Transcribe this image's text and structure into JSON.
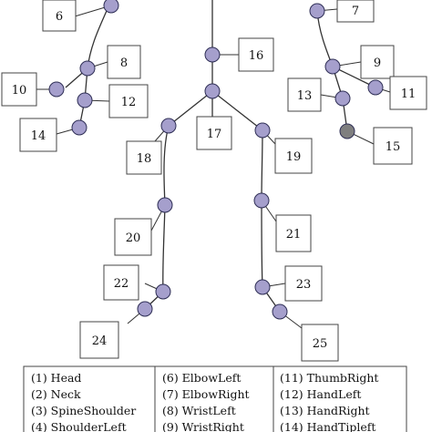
{
  "colors": {
    "joint_fill": "#a59fcc",
    "tip_fill": "#7f7f7f",
    "line": "#333333"
  },
  "boxes": [
    "6",
    "7",
    "8",
    "9",
    "10",
    "11",
    "12",
    "13",
    "14",
    "15",
    "16",
    "17",
    "18",
    "19",
    "20",
    "21",
    "22",
    "23",
    "24",
    "25"
  ],
  "legend": {
    "col1": [
      "(1) Head",
      "(2) Neck",
      "(3) SpineShoulder",
      "(4) ShoulderLeft"
    ],
    "col2": [
      "(6) ElbowLeft",
      "(7) ElbowRight",
      "(8) WristLeft",
      "(9) WristRight"
    ],
    "col3": [
      "(11) ThumbRight",
      "(12) HandLeft",
      "(13) HandRight",
      "(14) HandTipleft"
    ]
  }
}
